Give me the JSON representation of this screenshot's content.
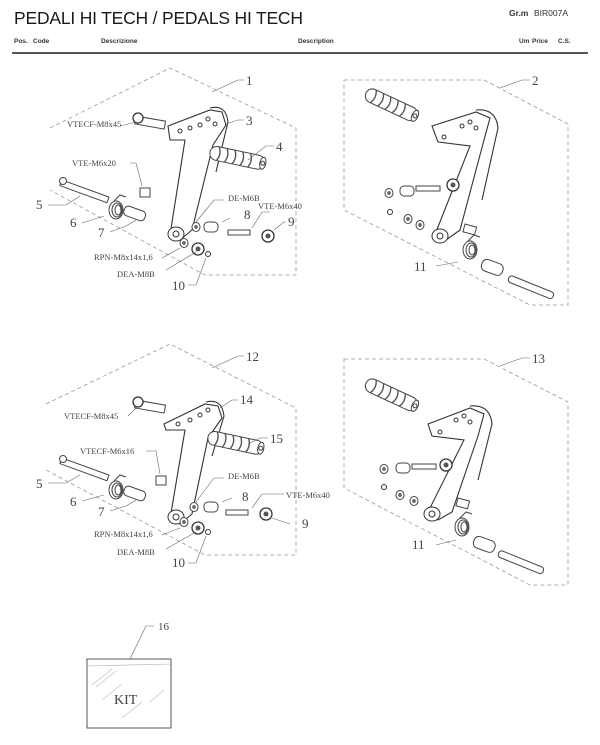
{
  "header": {
    "title": "PEDALI HI TECH / PEDALS HI TECH",
    "group_label": "Gr.m",
    "group_code": "BIR007A",
    "columns": {
      "pos": "Pos.",
      "code": "Code",
      "descrizione": "Descrizione",
      "description": "Description",
      "um": "Um",
      "price": "Price",
      "cs": "C.S."
    }
  },
  "diagram": {
    "group1": {
      "callouts": [
        "1",
        "3",
        "4",
        "5",
        "6",
        "7",
        "8",
        "9",
        "10"
      ],
      "codes": {
        "vtecf_m8x45": "VTECF-M8x45",
        "vte_m6x20": "VTE-M6x20",
        "de_m6b": "DE-M6B",
        "vte_m6x40": "VTE-M6x40",
        "rpn": "RPN-M8x14x1,6",
        "dea": "DEA-M8B"
      }
    },
    "group2": {
      "callouts": [
        "2",
        "11"
      ]
    },
    "group3": {
      "callouts": [
        "12",
        "14",
        "15",
        "5",
        "6",
        "7",
        "8",
        "9",
        "10"
      ],
      "codes": {
        "vtecf_m8x45": "VTECF-M8x45",
        "vtecf_m6x16": "VTECF-M6x16",
        "de_m6b": "DE-M6B",
        "vte_m6x40": "VTE-M6x40",
        "rpn": "RPN-M8x14x1,6",
        "dea": "DEA-M8B"
      }
    },
    "group4": {
      "callouts": [
        "13",
        "11"
      ]
    },
    "kit": {
      "callout": "16",
      "label": "KIT"
    }
  }
}
